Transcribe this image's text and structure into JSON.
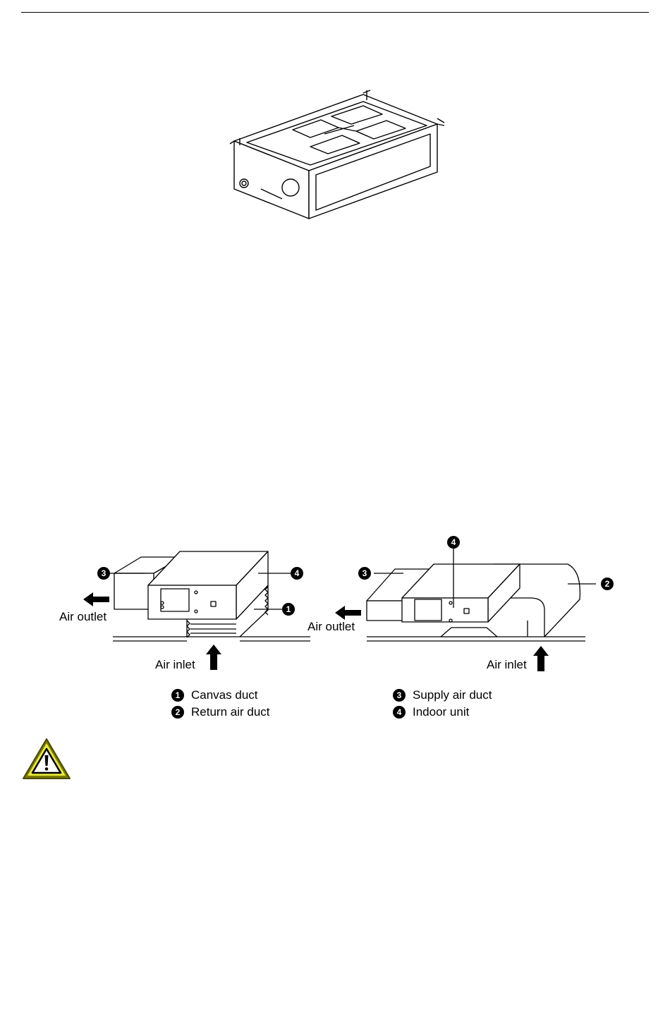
{
  "figure_labels": {
    "air_outlet_left": "Air outlet",
    "air_inlet_left": "Air inlet",
    "air_outlet_right": "Air outlet",
    "air_inlet_right": "Air inlet"
  },
  "callouts": {
    "left": [
      "3",
      "4",
      "1"
    ],
    "right": [
      "4",
      "3",
      "2"
    ]
  },
  "legend": [
    {
      "num": "1",
      "label": "Canvas duct"
    },
    {
      "num": "2",
      "label": "Return air duct"
    },
    {
      "num": "3",
      "label": "Supply air duct"
    },
    {
      "num": "4",
      "label": "Indoor unit"
    }
  ],
  "icons": {
    "warning": "warning-triangle-icon",
    "arrow": "arrow-icon"
  },
  "colors": {
    "warning_fill": "#e8ea3a",
    "line": "#000000"
  }
}
